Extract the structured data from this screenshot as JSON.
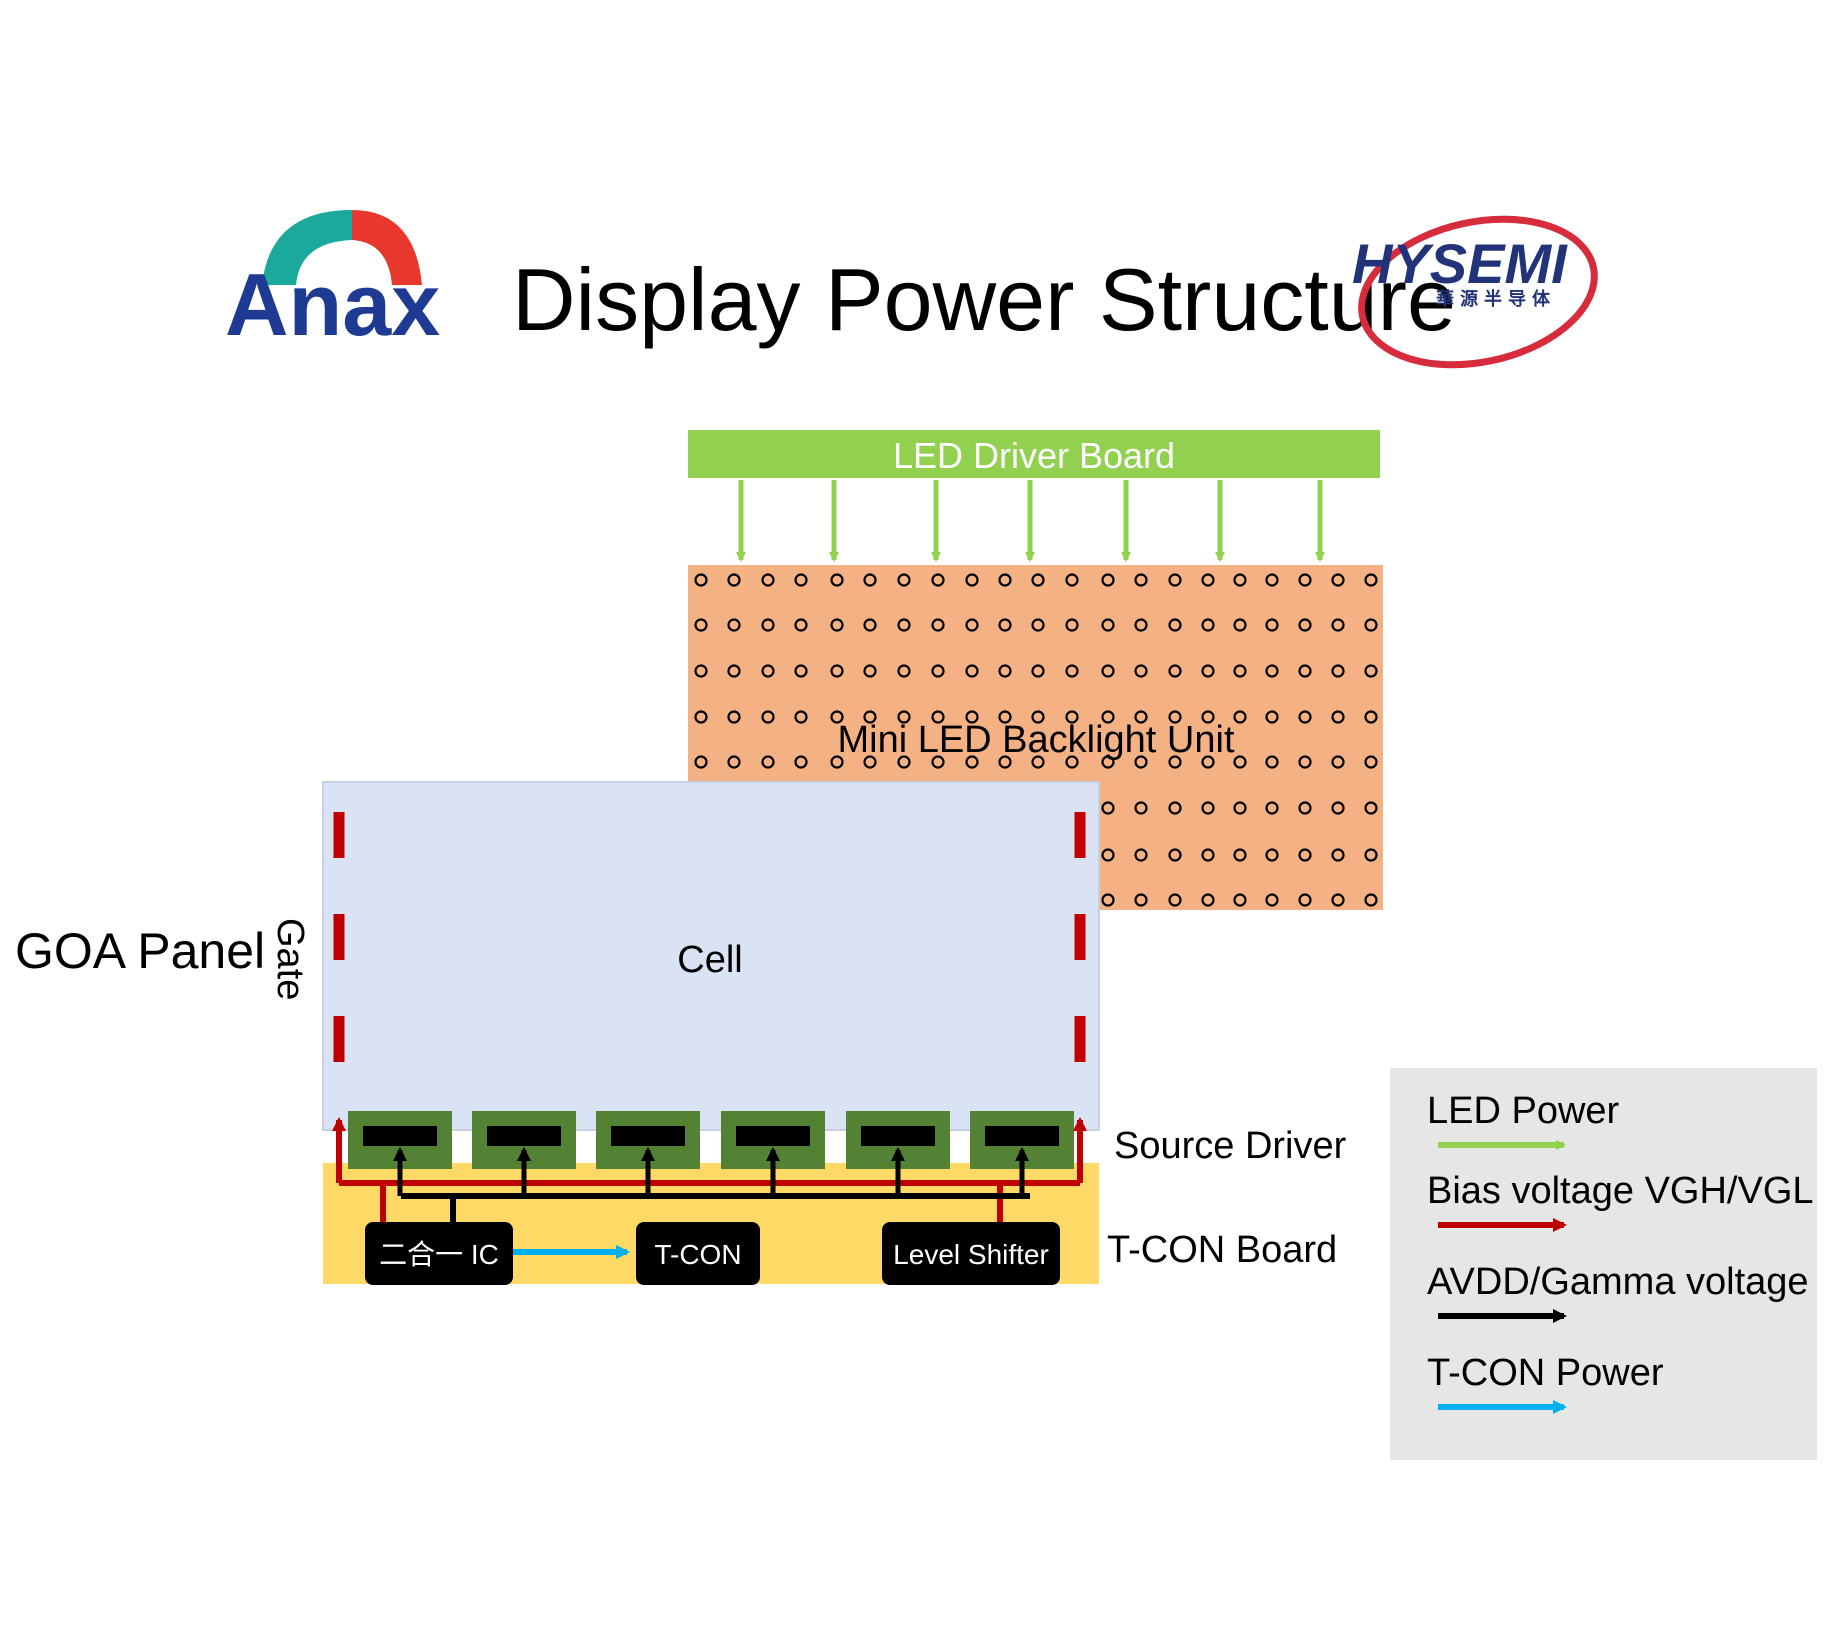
{
  "title": "Display Power Structure",
  "logos": {
    "left": {
      "text": "Anax"
    },
    "right": {
      "text": "HYSEMI",
      "subtext": "華源半导体"
    }
  },
  "led_driver_board": {
    "label": "LED Driver Board"
  },
  "backlight": {
    "label": "Mini LED Backlight Unit"
  },
  "cell": {
    "label": "Cell"
  },
  "labels": {
    "goa_panel": "GOA Panel",
    "gate": "Gate",
    "source_driver": "Source Driver",
    "tcon_board": "T-CON Board"
  },
  "chips": {
    "two_in_one": "二合一 IC",
    "tcon": "T-CON",
    "level_shifter": "Level Shifter"
  },
  "legend": [
    {
      "label": "LED Power",
      "color": "#92d050"
    },
    {
      "label": "Bias voltage VGH/VGL",
      "color": "#c00000"
    },
    {
      "label": "AVDD/Gamma voltage",
      "color": "#000000"
    },
    {
      "label": "T-CON Power",
      "color": "#00b0f0"
    }
  ],
  "colors": {
    "led_green": "#92d050",
    "backlight_orange": "#f4b183",
    "cell_blue": "#dae3f3",
    "tcon_yellow": "#ffd966",
    "source_driver_green": "#548235",
    "bias_red": "#c00000",
    "tcon_power_blue": "#00b0f0",
    "legend_bg": "#e7e6e6"
  }
}
